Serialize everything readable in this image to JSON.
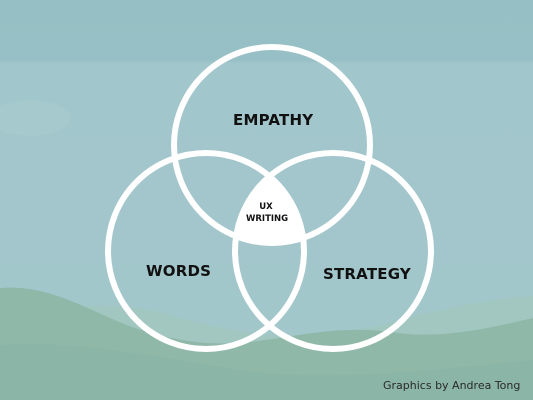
{
  "diagram": {
    "circles": [
      {
        "id": "empathy",
        "label": "EMPATHY"
      },
      {
        "id": "words",
        "label": "WORDS"
      },
      {
        "id": "strategy",
        "label": "STRATEGY"
      }
    ],
    "center": {
      "line1": "UX",
      "line2": "WRITING"
    }
  },
  "credit": "Graphics by Andrea Tong",
  "colors": {
    "sky_top": "#96c0c5",
    "sky_bottom": "#a4c7cc",
    "hill_far": "#9fc4bf",
    "hill_near": "#8fb7a9",
    "circle_stroke": "#ffffff",
    "text": "#111111"
  }
}
